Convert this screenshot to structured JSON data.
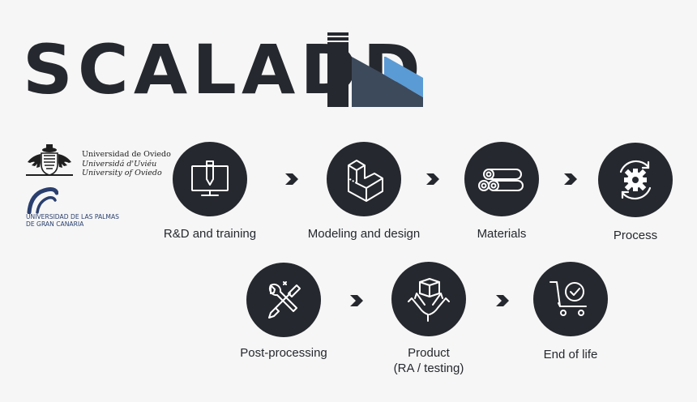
{
  "brand": {
    "name": "SCALADD"
  },
  "universities": {
    "oviedo": {
      "lines": [
        "Universidad de Oviedo",
        "Universidá d'Uviéu",
        "University of Oviedo"
      ],
      "crest_icon": "oviedo-crest-icon"
    },
    "las_palmas": {
      "lines": [
        "UNIVERSIDAD DE LAS PALMAS",
        "DE GRAN CANARIA"
      ],
      "logo_icon": "ulpgc-logo-icon"
    }
  },
  "steps": [
    {
      "label": "R&D and training",
      "icon": "monitor-pencil-icon"
    },
    {
      "label": "Modeling and design",
      "icon": "cube-model-icon"
    },
    {
      "label": "Materials",
      "icon": "pipes-stack-icon"
    },
    {
      "label": "Process",
      "icon": "gear-cycle-icon"
    },
    {
      "label": "Post-processing",
      "icon": "wrench-screwdriver-icon"
    },
    {
      "label": "Product",
      "label2": "(RA / testing)",
      "icon": "box-hands-icon"
    },
    {
      "label": "End of life",
      "icon": "cart-check-icon"
    }
  ],
  "colors": {
    "dark": "#25282e",
    "accent_blue": "#5b9bd5",
    "slate": "#3d4a5c",
    "background": "#f6f6f6"
  }
}
